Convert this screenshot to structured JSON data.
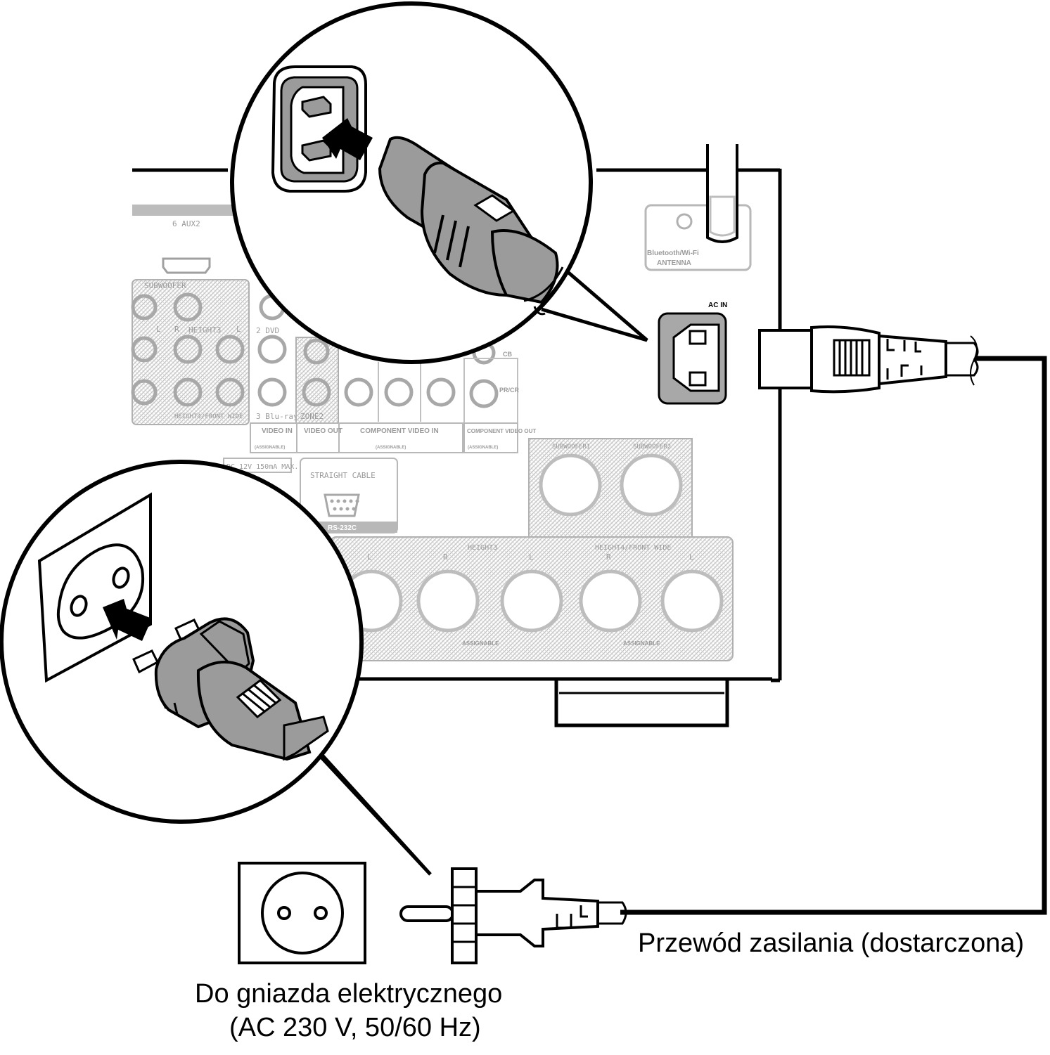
{
  "captions": {
    "cord": "Przewód zasilania (dostarczona)",
    "outlet_line1": "Do gniazda elektrycznego",
    "outlet_line2": "(AC 230 V, 50/60 Hz)"
  },
  "panel_labels": {
    "aux2": "6 AUX2",
    "subwoofer": "SUBWOOFER",
    "height3": "HEIGHT3",
    "height4_front_wide": "HEIGHT4/FRONT WIDE",
    "dvd": "2 DVD",
    "bluray": "3 Blu-ray",
    "zone2": "ZONE2",
    "video_in": "VIDEO IN",
    "video_out": "VIDEO OUT",
    "component_video_in": "COMPONENT VIDEO IN",
    "component_video_out": "COMPONENT VIDEO OUT",
    "assignable": "(ASSIGNABLE)",
    "dc_out": "DC 12V 150mA MAX.",
    "straight_cable": "STRAIGHT CABLE",
    "rs232c": "RS-232C",
    "subwoofer1": "SUBWOOFER1",
    "subwoofer2": "SUBWOOFER2",
    "assignable_plain": "ASSIGNABLE",
    "antenna_line1": "Bluetooth/Wi-Fi",
    "antenna_line2": "ANTENNA",
    "ac_in": "AC IN",
    "pr_cr": "PR/CR",
    "cb": "CB",
    "letter_r": "R",
    "letter_l": "L"
  },
  "colors": {
    "line": "#000000",
    "panel_grey": "#9a9a9a",
    "hatch_grey": "#c8c8c8",
    "inlet_fill": "#a8a8a8",
    "plug_fill": "#9b9b9b"
  }
}
